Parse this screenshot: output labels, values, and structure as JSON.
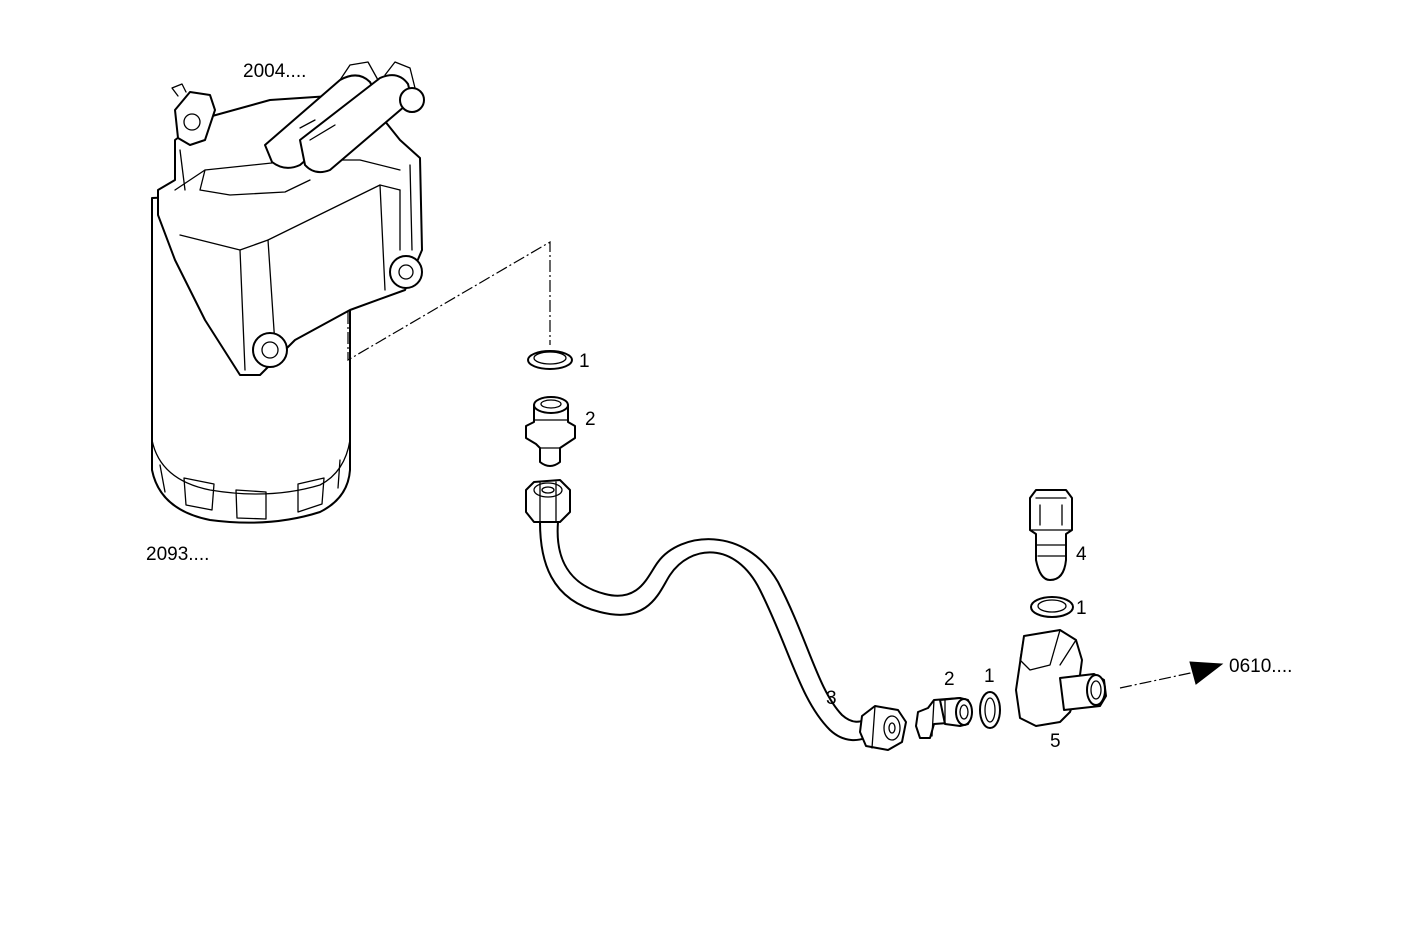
{
  "references": {
    "top_assembly": "2004....",
    "bottom_assembly": "2093....",
    "continuation": "0610...."
  },
  "callouts": {
    "c1_top": "1",
    "c2_top": "2",
    "c3": "3",
    "c2_bottom": "2",
    "c1_bottom": "1",
    "c4": "4",
    "c1_right": "1",
    "c5": "5"
  }
}
